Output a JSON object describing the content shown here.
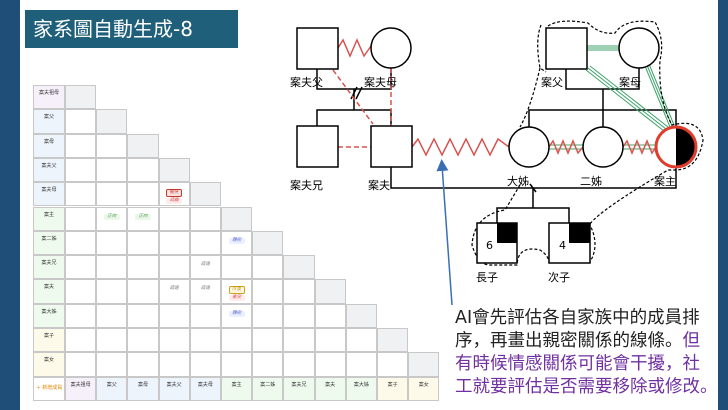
{
  "slide": {
    "title": "家系圖自動生成-8"
  },
  "matrix": {
    "members": [
      "案夫祖母",
      "案父",
      "案母",
      "案夫父",
      "案夫母",
      "案主",
      "案二姊",
      "案夫兄",
      "案夫",
      "案大姊",
      "案子",
      "案女"
    ],
    "row_colors": [
      "#f6f0fa",
      "#eef4fc",
      "#eef4fc",
      "#eef4fc",
      "#eef4fc",
      "#eefaee",
      "#eefaee",
      "#eefaee",
      "#eefaee",
      "#eefaee",
      "#fdfaea",
      "#fdfaea"
    ],
    "add_member_label": "＋ 新增成員",
    "tags": [
      {
        "row": 4,
        "col": 3,
        "items": [
          {
            "text": "衝突",
            "style": "boxed-red"
          },
          {
            "text": "疏離",
            "style": "red"
          }
        ]
      },
      {
        "row": 5,
        "col": 1,
        "items": [
          {
            "text": "正向",
            "style": "green"
          }
        ]
      },
      {
        "row": 5,
        "col": 2,
        "items": [
          {
            "text": "正向",
            "style": "green"
          }
        ]
      },
      {
        "row": 6,
        "col": 5,
        "items": [
          {
            "text": "親密",
            "style": "blue"
          }
        ]
      },
      {
        "row": 7,
        "col": 4,
        "items": [
          {
            "text": "疏遠",
            "style": "grey"
          }
        ]
      },
      {
        "row": 8,
        "col": 3,
        "items": [
          {
            "text": "疏遠",
            "style": "grey"
          }
        ]
      },
      {
        "row": 8,
        "col": 4,
        "items": [
          {
            "text": "疏遠",
            "style": "grey"
          }
        ]
      },
      {
        "row": 8,
        "col": 5,
        "items": [
          {
            "text": "冷漠",
            "style": "boxed-yellow"
          },
          {
            "text": "衝突",
            "style": "red"
          }
        ]
      },
      {
        "row": 9,
        "col": 5,
        "items": [
          {
            "text": "親密",
            "style": "blue"
          }
        ]
      }
    ]
  },
  "genogram": {
    "labels": {
      "husband_father": "案夫父",
      "husband_mother": "案夫母",
      "husband_brother": "案夫兄",
      "husband": "案夫",
      "father": "案父",
      "mother": "案母",
      "elder_sister": "大姊",
      "second_sister": "二姊",
      "client": "案主",
      "elder_son": "長子",
      "second_son": "次子"
    },
    "ages": {
      "elder_son": "6",
      "second_son": "4"
    },
    "colors": {
      "conflict": "#d9534f",
      "close": "#3fa36b",
      "client": "#e03c2c",
      "arrow": "#3a6fb5"
    }
  },
  "note": {
    "line1": "AI會先評估各自家族中的成員排",
    "line2a": "序，再畫出親密關係的線條。",
    "line2b": "但",
    "line3": "有時候情感關係可能會干擾，社",
    "line4": "工就要評估是否需要移除或修改。"
  }
}
